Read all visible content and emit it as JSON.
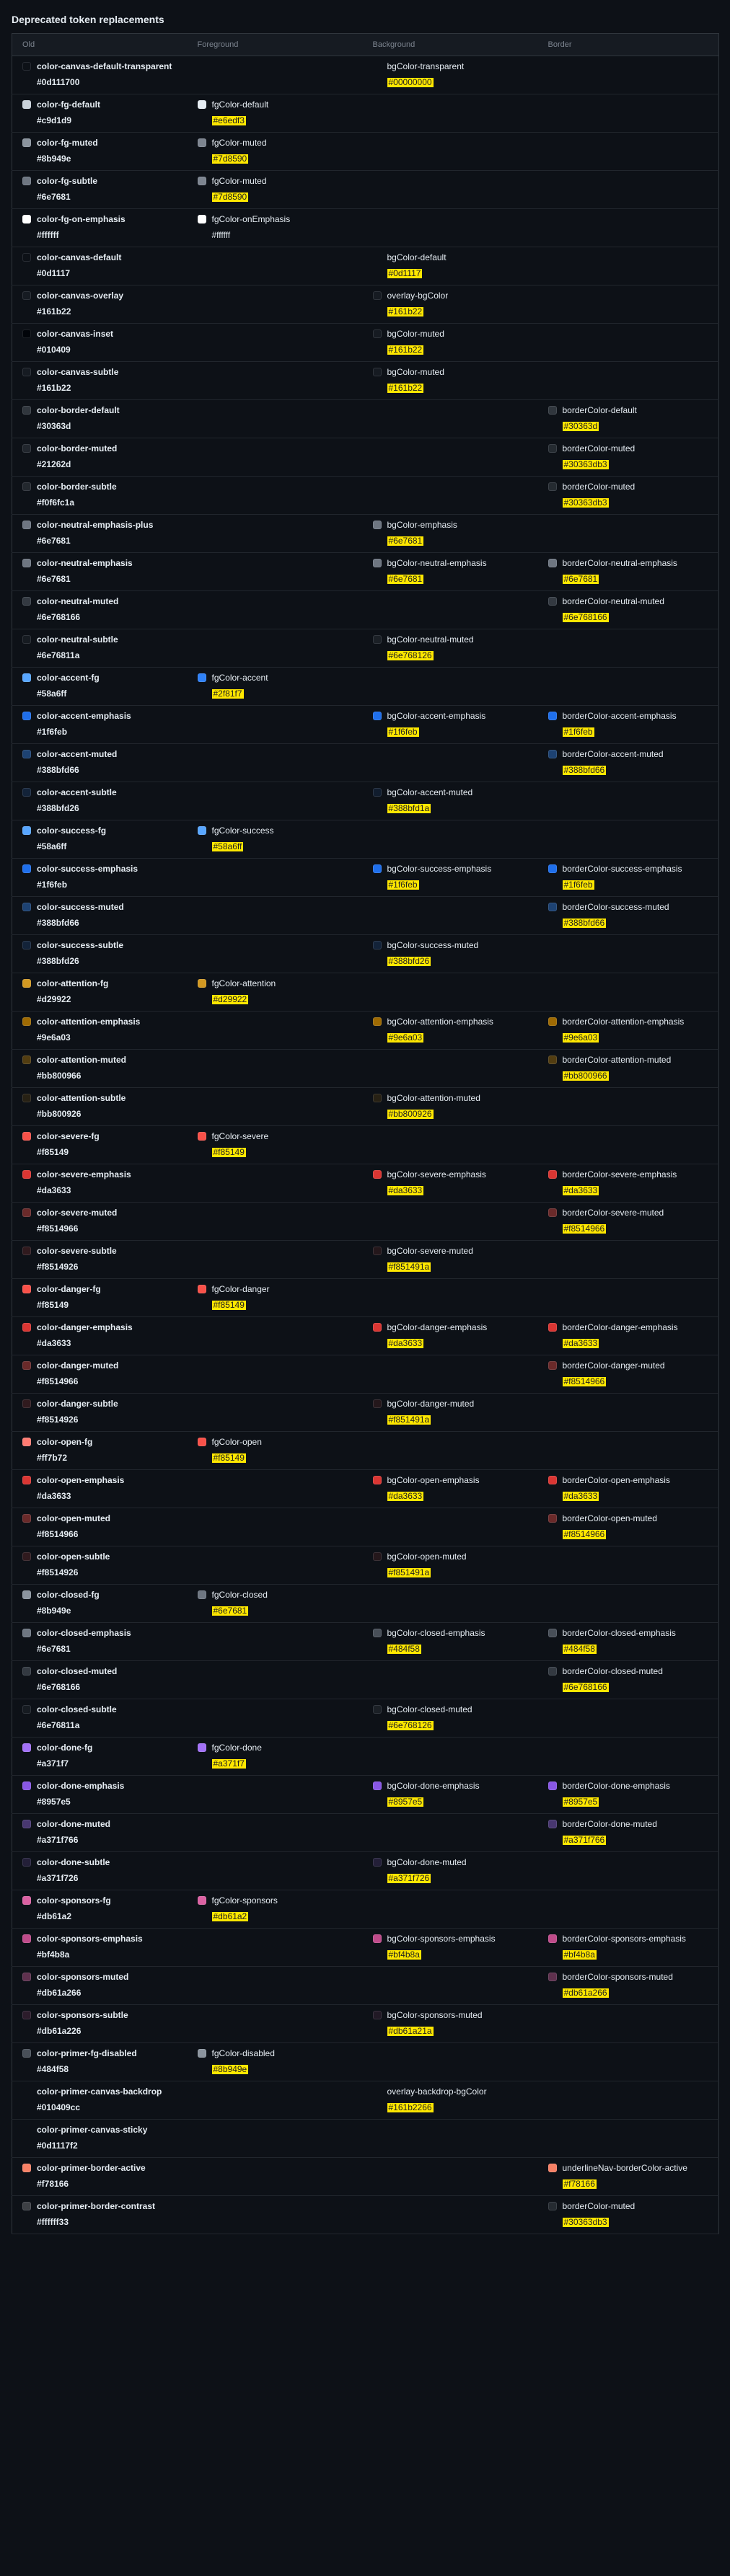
{
  "title": "Deprecated token replacements",
  "headers": [
    "Old",
    "Foreground",
    "Background",
    "Border"
  ],
  "rows": [
    {
      "old": {
        "name": "color-canvas-default-transparent",
        "value": "#0d111700",
        "swatch": "#0d111700"
      },
      "fg": null,
      "bg": {
        "name": "bgColor-transparent",
        "value": "#00000000",
        "swatch": null
      },
      "border": null
    },
    {
      "old": {
        "name": "color-fg-default",
        "value": "#c9d1d9",
        "swatch": "#c9d1d9"
      },
      "fg": {
        "name": "fgColor-default",
        "value": "#e6edf3",
        "swatch": "#e6edf3"
      },
      "bg": null,
      "border": null
    },
    {
      "old": {
        "name": "color-fg-muted",
        "value": "#8b949e",
        "swatch": "#8b949e"
      },
      "fg": {
        "name": "fgColor-muted",
        "value": "#7d8590",
        "swatch": "#7d8590"
      },
      "bg": null,
      "border": null
    },
    {
      "old": {
        "name": "color-fg-subtle",
        "value": "#6e7681",
        "swatch": "#6e7681"
      },
      "fg": {
        "name": "fgColor-muted",
        "value": "#7d8590",
        "swatch": "#7d8590"
      },
      "bg": null,
      "border": null
    },
    {
      "old": {
        "name": "color-fg-on-emphasis",
        "value": "#ffffff",
        "swatch": "#ffffff"
      },
      "fg": {
        "name": "fgColor-onEmphasis",
        "value": "#ffffff",
        "swatch": "#ffffff",
        "plain": true
      },
      "bg": null,
      "border": null
    },
    {
      "old": {
        "name": "color-canvas-default",
        "value": "#0d1117",
        "swatch": "#0d1117"
      },
      "fg": null,
      "bg": {
        "name": "bgColor-default",
        "value": "#0d1117",
        "swatch": null
      },
      "border": null
    },
    {
      "old": {
        "name": "color-canvas-overlay",
        "value": "#161b22",
        "swatch": "#161b22"
      },
      "fg": null,
      "bg": {
        "name": "overlay-bgColor",
        "value": "#161b22",
        "swatch": "#161b22"
      },
      "border": null
    },
    {
      "old": {
        "name": "color-canvas-inset",
        "value": "#010409",
        "swatch": "#010409"
      },
      "fg": null,
      "bg": {
        "name": "bgColor-muted",
        "value": "#161b22",
        "swatch": "#161b22"
      },
      "border": null
    },
    {
      "old": {
        "name": "color-canvas-subtle",
        "value": "#161b22",
        "swatch": "#161b22"
      },
      "fg": null,
      "bg": {
        "name": "bgColor-muted",
        "value": "#161b22",
        "swatch": "#161b22"
      },
      "border": null
    },
    {
      "old": {
        "name": "color-border-default",
        "value": "#30363d",
        "swatch": "#30363d"
      },
      "fg": null,
      "bg": null,
      "border": {
        "name": "borderColor-default",
        "value": "#30363d",
        "swatch": "#30363d"
      }
    },
    {
      "old": {
        "name": "color-border-muted",
        "value": "#21262d",
        "swatch": "#21262d"
      },
      "fg": null,
      "bg": null,
      "border": {
        "name": "borderColor-muted",
        "value": "#30363db3",
        "swatch": "#30363db3"
      }
    },
    {
      "old": {
        "name": "color-border-subtle",
        "value": "#f0f6fc1a",
        "swatch": "#f0f6fc1a"
      },
      "fg": null,
      "bg": null,
      "border": {
        "name": "borderColor-muted",
        "value": "#30363db3",
        "swatch": "#30363db3"
      }
    },
    {
      "old": {
        "name": "color-neutral-emphasis-plus",
        "value": "#6e7681",
        "swatch": "#6e7681"
      },
      "fg": null,
      "bg": {
        "name": "bgColor-emphasis",
        "value": "#6e7681",
        "swatch": "#6e7681"
      },
      "border": null
    },
    {
      "old": {
        "name": "color-neutral-emphasis",
        "value": "#6e7681",
        "swatch": "#6e7681"
      },
      "fg": null,
      "bg": {
        "name": "bgColor-neutral-emphasis",
        "value": "#6e7681",
        "swatch": "#6e7681"
      },
      "border": {
        "name": "borderColor-neutral-emphasis",
        "value": "#6e7681",
        "swatch": "#6e7681"
      }
    },
    {
      "old": {
        "name": "color-neutral-muted",
        "value": "#6e768166",
        "swatch": "#6e768166"
      },
      "fg": null,
      "bg": null,
      "border": {
        "name": "borderColor-neutral-muted",
        "value": "#6e768166",
        "swatch": "#6e768166"
      }
    },
    {
      "old": {
        "name": "color-neutral-subtle",
        "value": "#6e76811a",
        "swatch": "#6e76811a"
      },
      "fg": null,
      "bg": {
        "name": "bgColor-neutral-muted",
        "value": "#6e768126",
        "swatch": "#6e768126"
      },
      "border": null
    },
    {
      "old": {
        "name": "color-accent-fg",
        "value": "#58a6ff",
        "swatch": "#58a6ff"
      },
      "fg": {
        "name": "fgColor-accent",
        "value": "#2f81f7",
        "swatch": "#2f81f7"
      },
      "bg": null,
      "border": null
    },
    {
      "old": {
        "name": "color-accent-emphasis",
        "value": "#1f6feb",
        "swatch": "#1f6feb"
      },
      "fg": null,
      "bg": {
        "name": "bgColor-accent-emphasis",
        "value": "#1f6feb",
        "swatch": "#1f6feb"
      },
      "border": {
        "name": "borderColor-accent-emphasis",
        "value": "#1f6feb",
        "swatch": "#1f6feb"
      }
    },
    {
      "old": {
        "name": "color-accent-muted",
        "value": "#388bfd66",
        "swatch": "#388bfd66"
      },
      "fg": null,
      "bg": null,
      "border": {
        "name": "borderColor-accent-muted",
        "value": "#388bfd66",
        "swatch": "#388bfd66"
      }
    },
    {
      "old": {
        "name": "color-accent-subtle",
        "value": "#388bfd26",
        "swatch": "#388bfd26"
      },
      "fg": null,
      "bg": {
        "name": "bgColor-accent-muted",
        "value": "#388bfd1a",
        "swatch": "#388bfd1a"
      },
      "border": null
    },
    {
      "old": {
        "name": "color-success-fg",
        "value": "#58a6ff",
        "swatch": "#58a6ff"
      },
      "fg": {
        "name": "fgColor-success",
        "value": "#58a6ff",
        "swatch": "#58a6ff"
      },
      "bg": null,
      "border": null
    },
    {
      "old": {
        "name": "color-success-emphasis",
        "value": "#1f6feb",
        "swatch": "#1f6feb"
      },
      "fg": null,
      "bg": {
        "name": "bgColor-success-emphasis",
        "value": "#1f6feb",
        "swatch": "#1f6feb"
      },
      "border": {
        "name": "borderColor-success-emphasis",
        "value": "#1f6feb",
        "swatch": "#1f6feb"
      }
    },
    {
      "old": {
        "name": "color-success-muted",
        "value": "#388bfd66",
        "swatch": "#388bfd66"
      },
      "fg": null,
      "bg": null,
      "border": {
        "name": "borderColor-success-muted",
        "value": "#388bfd66",
        "swatch": "#388bfd66"
      }
    },
    {
      "old": {
        "name": "color-success-subtle",
        "value": "#388bfd26",
        "swatch": "#388bfd26"
      },
      "fg": null,
      "bg": {
        "name": "bgColor-success-muted",
        "value": "#388bfd26",
        "swatch": "#388bfd26"
      },
      "border": null
    },
    {
      "old": {
        "name": "color-attention-fg",
        "value": "#d29922",
        "swatch": "#d29922"
      },
      "fg": {
        "name": "fgColor-attention",
        "value": "#d29922",
        "swatch": "#d29922"
      },
      "bg": null,
      "border": null
    },
    {
      "old": {
        "name": "color-attention-emphasis",
        "value": "#9e6a03",
        "swatch": "#9e6a03"
      },
      "fg": null,
      "bg": {
        "name": "bgColor-attention-emphasis",
        "value": "#9e6a03",
        "swatch": "#9e6a03"
      },
      "border": {
        "name": "borderColor-attention-emphasis",
        "value": "#9e6a03",
        "swatch": "#9e6a03"
      }
    },
    {
      "old": {
        "name": "color-attention-muted",
        "value": "#bb800966",
        "swatch": "#bb800966"
      },
      "fg": null,
      "bg": null,
      "border": {
        "name": "borderColor-attention-muted",
        "value": "#bb800966",
        "swatch": "#bb800966"
      }
    },
    {
      "old": {
        "name": "color-attention-subtle",
        "value": "#bb800926",
        "swatch": "#bb800926"
      },
      "fg": null,
      "bg": {
        "name": "bgColor-attention-muted",
        "value": "#bb800926",
        "swatch": "#bb800926"
      },
      "border": null
    },
    {
      "old": {
        "name": "color-severe-fg",
        "value": "#f85149",
        "swatch": "#f85149"
      },
      "fg": {
        "name": "fgColor-severe",
        "value": "#f85149",
        "swatch": "#f85149"
      },
      "bg": null,
      "border": null
    },
    {
      "old": {
        "name": "color-severe-emphasis",
        "value": "#da3633",
        "swatch": "#da3633"
      },
      "fg": null,
      "bg": {
        "name": "bgColor-severe-emphasis",
        "value": "#da3633",
        "swatch": "#da3633"
      },
      "border": {
        "name": "borderColor-severe-emphasis",
        "value": "#da3633",
        "swatch": "#da3633"
      }
    },
    {
      "old": {
        "name": "color-severe-muted",
        "value": "#f8514966",
        "swatch": "#f8514966"
      },
      "fg": null,
      "bg": null,
      "border": {
        "name": "borderColor-severe-muted",
        "value": "#f8514966",
        "swatch": "#f8514966"
      }
    },
    {
      "old": {
        "name": "color-severe-subtle",
        "value": "#f8514926",
        "swatch": "#f8514926"
      },
      "fg": null,
      "bg": {
        "name": "bgColor-severe-muted",
        "value": "#f851491a",
        "swatch": "#f851491a"
      },
      "border": null
    },
    {
      "old": {
        "name": "color-danger-fg",
        "value": "#f85149",
        "swatch": "#f85149"
      },
      "fg": {
        "name": "fgColor-danger",
        "value": "#f85149",
        "swatch": "#f85149"
      },
      "bg": null,
      "border": null
    },
    {
      "old": {
        "name": "color-danger-emphasis",
        "value": "#da3633",
        "swatch": "#da3633"
      },
      "fg": null,
      "bg": {
        "name": "bgColor-danger-emphasis",
        "value": "#da3633",
        "swatch": "#da3633"
      },
      "border": {
        "name": "borderColor-danger-emphasis",
        "value": "#da3633",
        "swatch": "#da3633"
      }
    },
    {
      "old": {
        "name": "color-danger-muted",
        "value": "#f8514966",
        "swatch": "#f8514966"
      },
      "fg": null,
      "bg": null,
      "border": {
        "name": "borderColor-danger-muted",
        "value": "#f8514966",
        "swatch": "#f8514966"
      }
    },
    {
      "old": {
        "name": "color-danger-subtle",
        "value": "#f8514926",
        "swatch": "#f8514926"
      },
      "fg": null,
      "bg": {
        "name": "bgColor-danger-muted",
        "value": "#f851491a",
        "swatch": "#f851491a"
      },
      "border": null
    },
    {
      "old": {
        "name": "color-open-fg",
        "value": "#ff7b72",
        "swatch": "#ff7b72"
      },
      "fg": {
        "name": "fgColor-open",
        "value": "#f85149",
        "swatch": "#f85149"
      },
      "bg": null,
      "border": null
    },
    {
      "old": {
        "name": "color-open-emphasis",
        "value": "#da3633",
        "swatch": "#da3633"
      },
      "fg": null,
      "bg": {
        "name": "bgColor-open-emphasis",
        "value": "#da3633",
        "swatch": "#da3633"
      },
      "border": {
        "name": "borderColor-open-emphasis",
        "value": "#da3633",
        "swatch": "#da3633"
      }
    },
    {
      "old": {
        "name": "color-open-muted",
        "value": "#f8514966",
        "swatch": "#f8514966"
      },
      "fg": null,
      "bg": null,
      "border": {
        "name": "borderColor-open-muted",
        "value": "#f8514966",
        "swatch": "#f8514966"
      }
    },
    {
      "old": {
        "name": "color-open-subtle",
        "value": "#f8514926",
        "swatch": "#f8514926"
      },
      "fg": null,
      "bg": {
        "name": "bgColor-open-muted",
        "value": "#f851491a",
        "swatch": "#f851491a"
      },
      "border": null
    },
    {
      "old": {
        "name": "color-closed-fg",
        "value": "#8b949e",
        "swatch": "#8b949e"
      },
      "fg": {
        "name": "fgColor-closed",
        "value": "#6e7681",
        "swatch": "#6e7681"
      },
      "bg": null,
      "border": null
    },
    {
      "old": {
        "name": "color-closed-emphasis",
        "value": "#6e7681",
        "swatch": "#6e7681"
      },
      "fg": null,
      "bg": {
        "name": "bgColor-closed-emphasis",
        "value": "#484f58",
        "swatch": "#484f58"
      },
      "border": {
        "name": "borderColor-closed-emphasis",
        "value": "#484f58",
        "swatch": "#484f58"
      }
    },
    {
      "old": {
        "name": "color-closed-muted",
        "value": "#6e768166",
        "swatch": "#6e768166"
      },
      "fg": null,
      "bg": null,
      "border": {
        "name": "borderColor-closed-muted",
        "value": "#6e768166",
        "swatch": "#6e768166"
      }
    },
    {
      "old": {
        "name": "color-closed-subtle",
        "value": "#6e76811a",
        "swatch": "#6e76811a"
      },
      "fg": null,
      "bg": {
        "name": "bgColor-closed-muted",
        "value": "#6e768126",
        "swatch": "#6e768126"
      },
      "border": null
    },
    {
      "old": {
        "name": "color-done-fg",
        "value": "#a371f7",
        "swatch": "#a371f7"
      },
      "fg": {
        "name": "fgColor-done",
        "value": "#a371f7",
        "swatch": "#a371f7"
      },
      "bg": null,
      "border": null
    },
    {
      "old": {
        "name": "color-done-emphasis",
        "value": "#8957e5",
        "swatch": "#8957e5"
      },
      "fg": null,
      "bg": {
        "name": "bgColor-done-emphasis",
        "value": "#8957e5",
        "swatch": "#8957e5"
      },
      "border": {
        "name": "borderColor-done-emphasis",
        "value": "#8957e5",
        "swatch": "#8957e5"
      }
    },
    {
      "old": {
        "name": "color-done-muted",
        "value": "#a371f766",
        "swatch": "#a371f766"
      },
      "fg": null,
      "bg": null,
      "border": {
        "name": "borderColor-done-muted",
        "value": "#a371f766",
        "swatch": "#a371f766"
      }
    },
    {
      "old": {
        "name": "color-done-subtle",
        "value": "#a371f726",
        "swatch": "#a371f726"
      },
      "fg": null,
      "bg": {
        "name": "bgColor-done-muted",
        "value": "#a371f726",
        "swatch": "#a371f726"
      },
      "border": null
    },
    {
      "old": {
        "name": "color-sponsors-fg",
        "value": "#db61a2",
        "swatch": "#db61a2"
      },
      "fg": {
        "name": "fgColor-sponsors",
        "value": "#db61a2",
        "swatch": "#db61a2"
      },
      "bg": null,
      "border": null
    },
    {
      "old": {
        "name": "color-sponsors-emphasis",
        "value": "#bf4b8a",
        "swatch": "#bf4b8a"
      },
      "fg": null,
      "bg": {
        "name": "bgColor-sponsors-emphasis",
        "value": "#bf4b8a",
        "swatch": "#bf4b8a"
      },
      "border": {
        "name": "borderColor-sponsors-emphasis",
        "value": "#bf4b8a",
        "swatch": "#bf4b8a"
      }
    },
    {
      "old": {
        "name": "color-sponsors-muted",
        "value": "#db61a266",
        "swatch": "#db61a266"
      },
      "fg": null,
      "bg": null,
      "border": {
        "name": "borderColor-sponsors-muted",
        "value": "#db61a266",
        "swatch": "#db61a266"
      }
    },
    {
      "old": {
        "name": "color-sponsors-subtle",
        "value": "#db61a226",
        "swatch": "#db61a226"
      },
      "fg": null,
      "bg": {
        "name": "bgColor-sponsors-muted",
        "value": "#db61a21a",
        "swatch": "#db61a21a"
      },
      "border": null
    },
    {
      "old": {
        "name": "color-primer-fg-disabled",
        "value": "#484f58",
        "swatch": "#484f58"
      },
      "fg": {
        "name": "fgColor-disabled",
        "value": "#8b949e",
        "swatch": "#8b949e"
      },
      "bg": null,
      "border": null
    },
    {
      "old": {
        "name": "color-primer-canvas-backdrop",
        "value": "#010409cc",
        "swatch": null
      },
      "fg": null,
      "bg": {
        "name": "overlay-backdrop-bgColor",
        "value": "#161b2266",
        "swatch": null
      },
      "border": null
    },
    {
      "old": {
        "name": "color-primer-canvas-sticky",
        "value": "#0d1117f2",
        "swatch": null
      },
      "fg": null,
      "bg": null,
      "border": null
    },
    {
      "old": {
        "name": "color-primer-border-active",
        "value": "#f78166",
        "swatch": "#f78166"
      },
      "fg": null,
      "bg": null,
      "border": {
        "name": "underlineNav-borderColor-active",
        "value": "#f78166",
        "swatch": "#f78166"
      }
    },
    {
      "old": {
        "name": "color-primer-border-contrast",
        "value": "#ffffff33",
        "swatch": "#ffffff33"
      },
      "fg": null,
      "bg": null,
      "border": {
        "name": "borderColor-muted",
        "value": "#30363db3",
        "swatch": "#30363db3"
      }
    }
  ]
}
